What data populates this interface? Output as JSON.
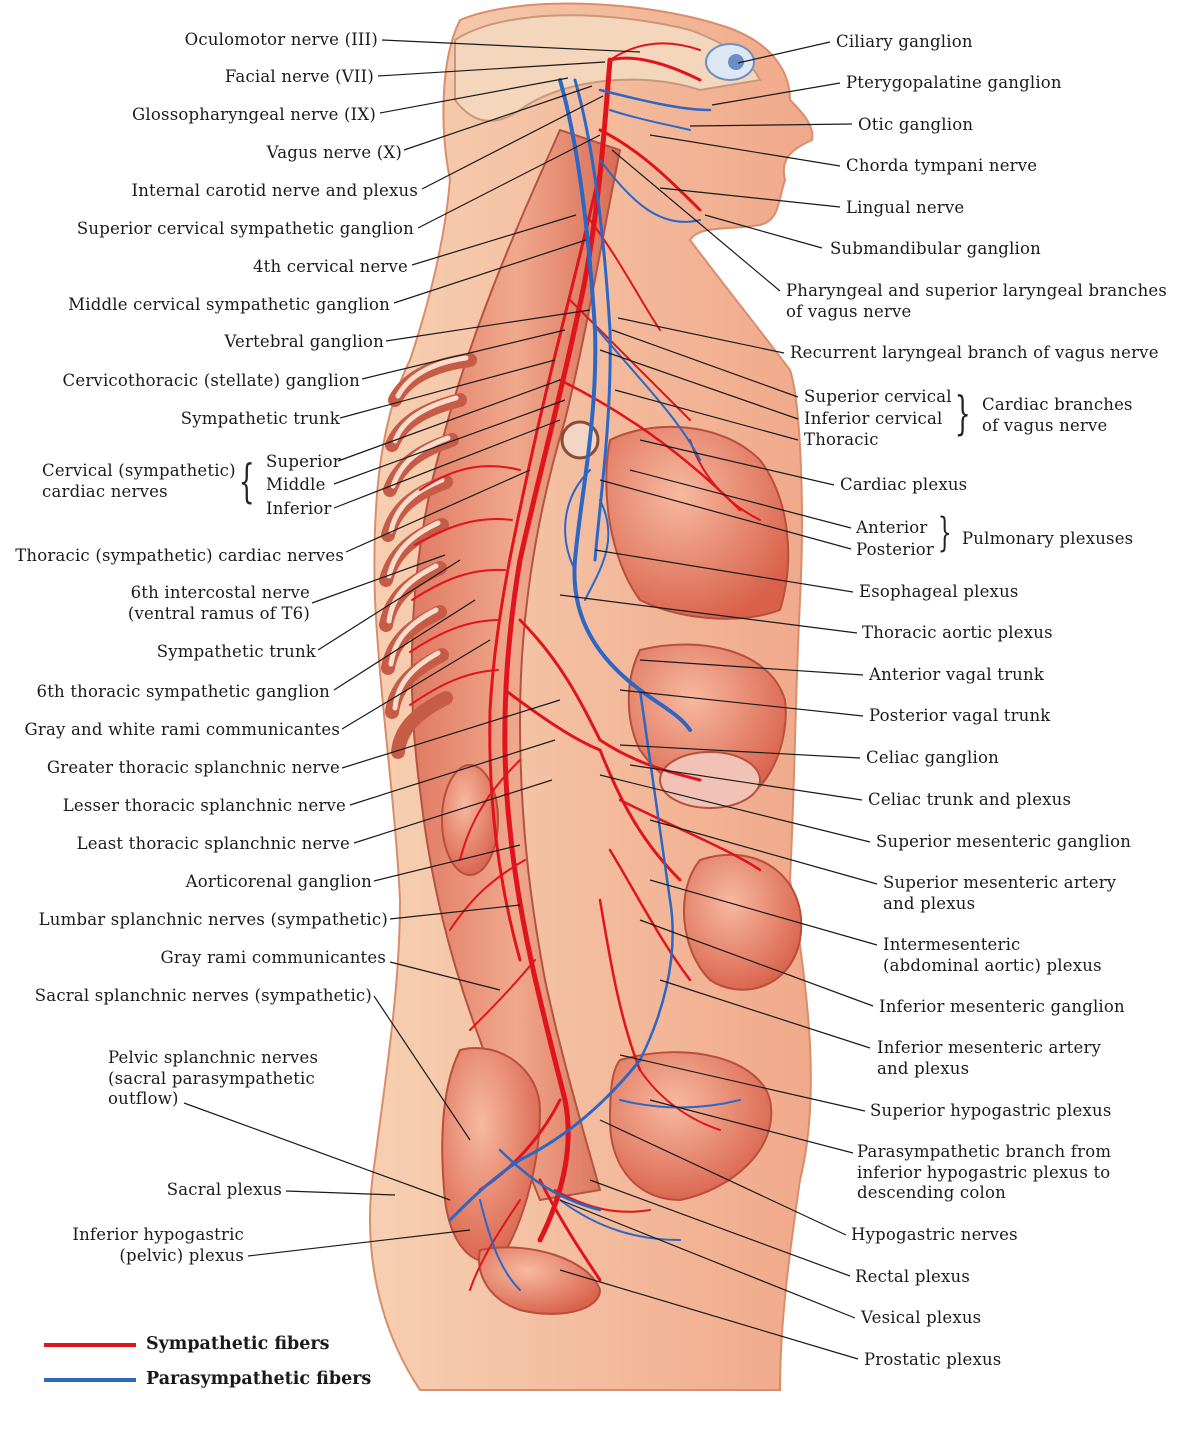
{
  "colors": {
    "sympathetic": "#e0141c",
    "parasympathetic": "#2c67c4",
    "skin": "#f2b48f",
    "tissue": "#e8856a",
    "bone": "#f5d3b5"
  },
  "legend": {
    "sympathetic": "Sympathetic fibers",
    "parasympathetic": "Parasympathetic fibers"
  },
  "labels_left": [
    "Oculomotor nerve (III)",
    "Facial nerve (VII)",
    "Glossopharyngeal nerve (IX)",
    "Vagus nerve (X)",
    "Internal carotid nerve and plexus",
    "Superior cervical sympathetic ganglion",
    "4th cervical nerve",
    "Middle cervical sympathetic ganglion",
    "Vertebral ganglion",
    "Cervicothoracic (stellate) ganglion",
    "Sympathetic trunk",
    "Thoracic (sympathetic) cardiac nerves",
    "6th intercostal nerve\n(ventral ramus of T6)",
    "Sympathetic trunk",
    "6th thoracic sympathetic ganglion",
    "Gray and white rami communicantes",
    "Greater thoracic splanchnic nerve",
    "Lesser thoracic splanchnic nerve",
    "Least thoracic splanchnic nerve",
    "Aorticorenal ganglion",
    "Lumbar splanchnic nerves (sympathetic)",
    "Gray rami communicantes",
    "Sacral splanchnic nerves (sympathetic)",
    "Pelvic splanchnic nerves\n(sacral parasympathetic\noutflow)",
    "Sacral plexus",
    "Inferior hypogastric\n(pelvic) plexus"
  ],
  "cardiac_group": {
    "title": "Cervical (sympathetic)\ncardiac nerves",
    "items": [
      "Superior",
      "Middle",
      "Inferior"
    ]
  },
  "labels_right": [
    "Ciliary ganglion",
    "Pterygopalatine ganglion",
    "Otic ganglion",
    "Chorda tympani nerve",
    "Lingual nerve",
    "Submandibular ganglion",
    "Pharyngeal and superior laryngeal branches\nof vagus nerve",
    "Recurrent laryngeal branch of vagus nerve",
    "Cardiac plexus",
    "Esophageal plexus",
    "Thoracic aortic plexus",
    "Anterior vagal trunk",
    "Posterior vagal trunk",
    "Celiac ganglion",
    "Celiac trunk and plexus",
    "Superior mesenteric ganglion",
    "Superior mesenteric artery\nand plexus",
    "Intermesenteric\n(abdominal aortic) plexus",
    "Inferior mesenteric ganglion",
    "Inferior mesenteric artery\nand plexus",
    "Superior hypogastric plexus",
    "Parasympathetic branch from\ninferior hypogastric plexus to\ndescending colon",
    "Hypogastric nerves",
    "Rectal plexus",
    "Vesical plexus",
    "Prostatic plexus"
  ],
  "vagal_cardiac_group": {
    "items": [
      "Superior cervical",
      "Inferior cervical",
      "Thoracic"
    ],
    "title": "Cardiac branches\nof vagus nerve"
  },
  "pulmonary_group": {
    "items": [
      "Anterior",
      "Posterior"
    ],
    "title": "Pulmonary plexuses"
  }
}
